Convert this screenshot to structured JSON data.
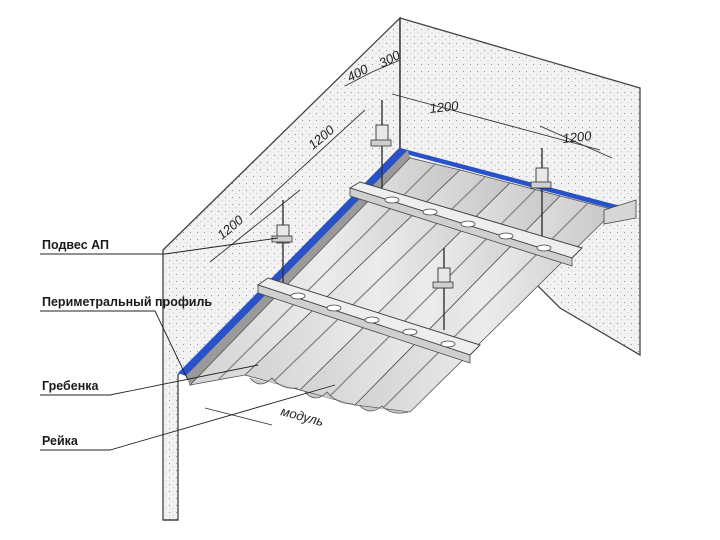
{
  "labels": {
    "hanger": "Подвес АП",
    "perimeter_profile": "Периметральный профиль",
    "comb": "Гребенка",
    "slat": "Рейка"
  },
  "dimensions": {
    "d400": "400",
    "d300": "300",
    "d1200_left": "1200",
    "d1200_left_lower": "1200",
    "d1200_back": "1200",
    "d1200_right": "1200",
    "module": "модуль"
  },
  "colors": {
    "profile_blue": "#2a52c8",
    "wall_fill": "#f1f1f1",
    "slat_light": "#e6e6e6",
    "slat_dark": "#b9b9b9"
  }
}
